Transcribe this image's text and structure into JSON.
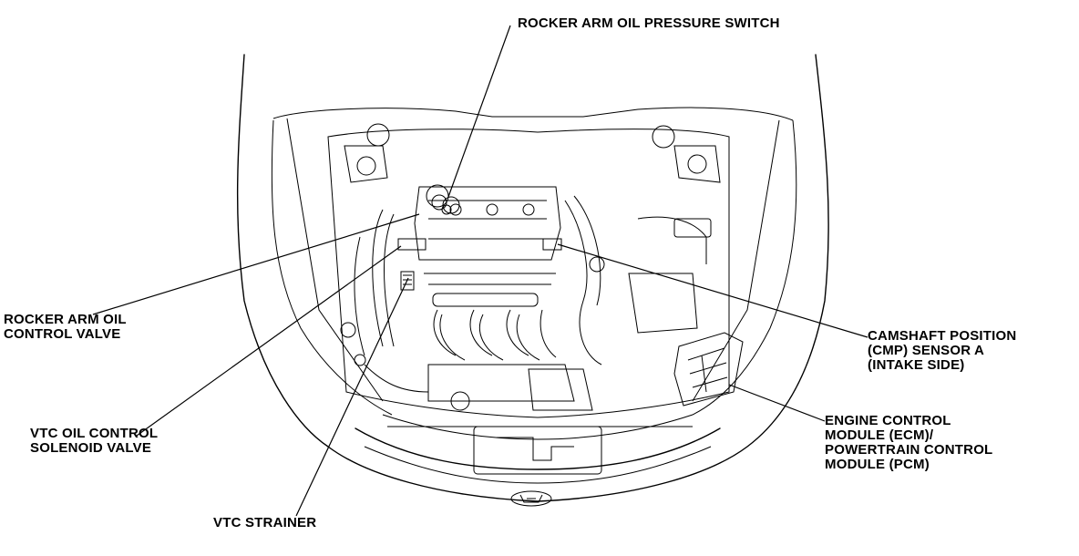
{
  "labels": {
    "rocker_switch": "ROCKER ARM OIL PRESSURE SWITCH",
    "rocker_valve": [
      "ROCKER ARM OIL",
      "CONTROL VALVE"
    ],
    "vtc_solenoid": [
      "VTC OIL CONTROL",
      "SOLENOID VALVE"
    ],
    "vtc_strainer": "VTC STRAINER",
    "cmp_sensor": [
      "CAMSHAFT POSITION",
      "(CMP) SENSOR A",
      "(INTAKE SIDE)"
    ],
    "ecm_pcm": [
      "ENGINE CONTROL",
      "MODULE (ECM)/",
      "POWERTRAIN CONTROL",
      "MODULE (PCM)"
    ]
  }
}
